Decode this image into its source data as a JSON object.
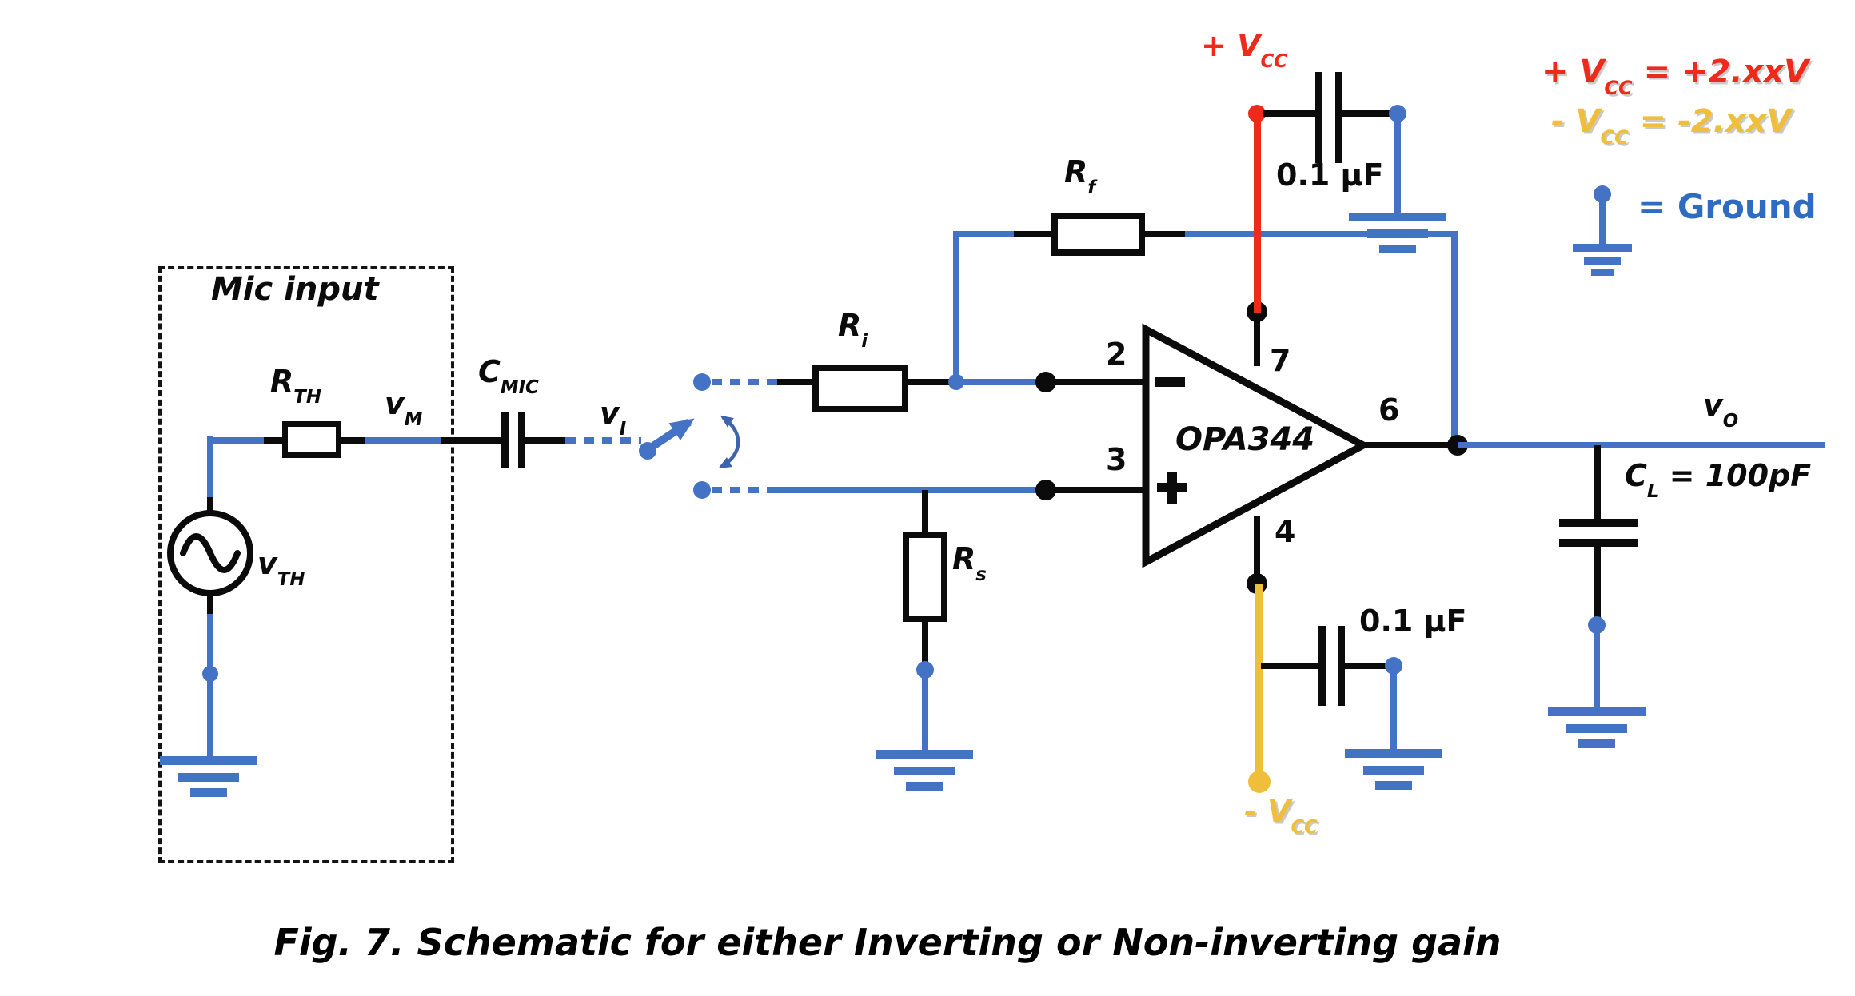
{
  "colors": {
    "wire_blue": "#4472C4",
    "supply_red": "#EE2A1A",
    "supply_yellow": "#EFBF3C",
    "ground_text_blue": "#2E6CC0",
    "black": "#0b0b0b"
  },
  "caption": "Fig. 7. Schematic for either Inverting or Non-inverting gain",
  "mic_box_title": "Mic input",
  "components": {
    "v_th": {
      "base": "v",
      "sub": "TH"
    },
    "r_th": {
      "base": "R",
      "sub": "TH"
    },
    "v_m": {
      "base": "v",
      "sub": "M"
    },
    "c_mic": {
      "base": "C",
      "sub": "MIC"
    },
    "v_i": {
      "base": "v",
      "sub": "I"
    },
    "r_i": {
      "base": "R",
      "sub": "i"
    },
    "r_f": {
      "base": "R",
      "sub": "f"
    },
    "r_s": {
      "base": "R",
      "sub": "s"
    },
    "v_o": {
      "base": "v",
      "sub": "O"
    },
    "c_l": {
      "base": "C",
      "sub": "L",
      "value": " = 100pF"
    },
    "opamp_part": "OPA344",
    "decoupling_cap_top": "0.1 µF",
    "decoupling_cap_bottom": "0.1 µF",
    "plus_vcc": {
      "prefix": "+ ",
      "base": "V",
      "sub": "CC"
    },
    "minus_vcc": {
      "prefix": "- ",
      "base": "V",
      "sub": "CC"
    }
  },
  "opamp_pins": {
    "inverting": "2",
    "noninverting": "3",
    "v_plus": "7",
    "v_minus": "4",
    "output": "6"
  },
  "opamp_markers": {
    "inverting": "minus",
    "noninverting": "plus"
  },
  "legend": {
    "positive_supply": {
      "prefix": "+ ",
      "base": "V",
      "sub": "CC",
      "value": " = +2.xxV"
    },
    "negative_supply": {
      "prefix": "- ",
      "base": "V",
      "sub": "CC",
      "value": " = -2.xxV"
    },
    "ground": "= Ground"
  }
}
